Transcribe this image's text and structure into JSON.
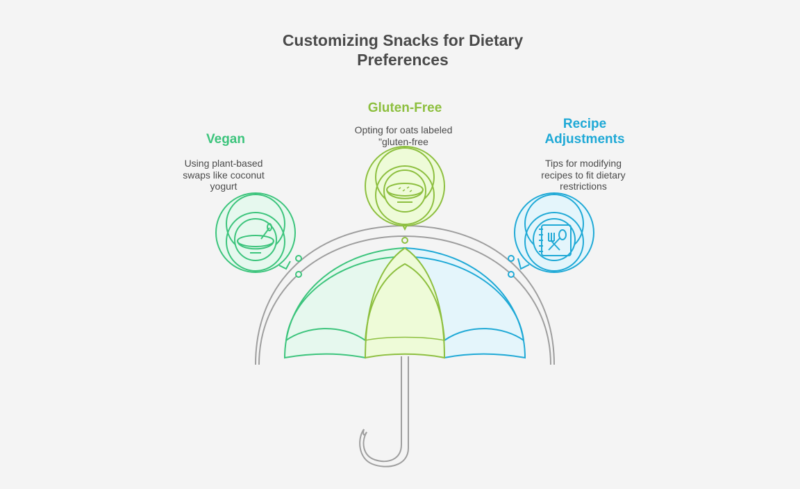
{
  "title": {
    "line1": "Customizing Snacks for Dietary",
    "line2": "Preferences"
  },
  "sections": {
    "vegan": {
      "heading": "Vegan",
      "desc_lines": [
        "Using plant-based",
        "swaps like coconut",
        "yogurt"
      ],
      "color": "#3cc47c",
      "fill": "#e6f8ee",
      "icon": "bowl-icon"
    },
    "gluten_free": {
      "heading": "Gluten-Free",
      "desc_lines": [
        "Opting for oats labeled",
        "\"gluten-free"
      ],
      "color": "#8dbf3f",
      "fill": "#eefbd8",
      "icon": "oat-bowl-icon"
    },
    "recipe": {
      "heading_lines": [
        "Recipe",
        "Adjustments"
      ],
      "desc_lines": [
        "Tips for modifying",
        "recipes to fit dietary",
        "restrictions"
      ],
      "color": "#1fa9d6",
      "fill": "#e4f5fb",
      "icon": "recipe-book-icon"
    }
  },
  "colors": {
    "umbrella_outline": "#9e9e9e",
    "text": "#4a4a4a",
    "background": "#f4f4f4"
  }
}
